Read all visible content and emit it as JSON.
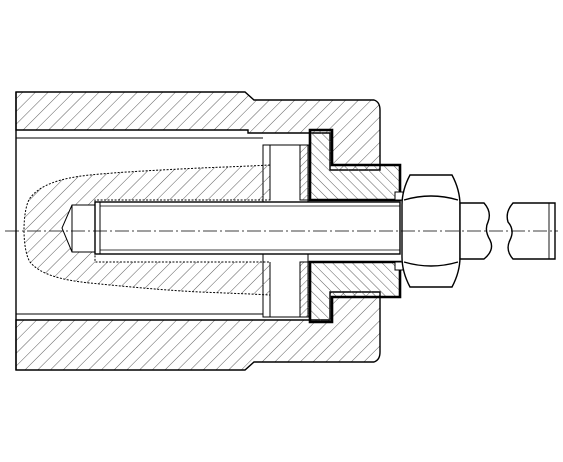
{
  "drawing": {
    "type": "mechanical cross-section",
    "parts": [
      "housing",
      "internal-bore",
      "flanged-bushing",
      "washer",
      "conical-plug",
      "threaded-stud",
      "hex-nut",
      "shaft-end",
      "break-gap",
      "shaft-stub"
    ],
    "text": []
  },
  "colors": {
    "line": "#000000",
    "hatch": "#4a4a4a",
    "background": "#ffffff"
  }
}
